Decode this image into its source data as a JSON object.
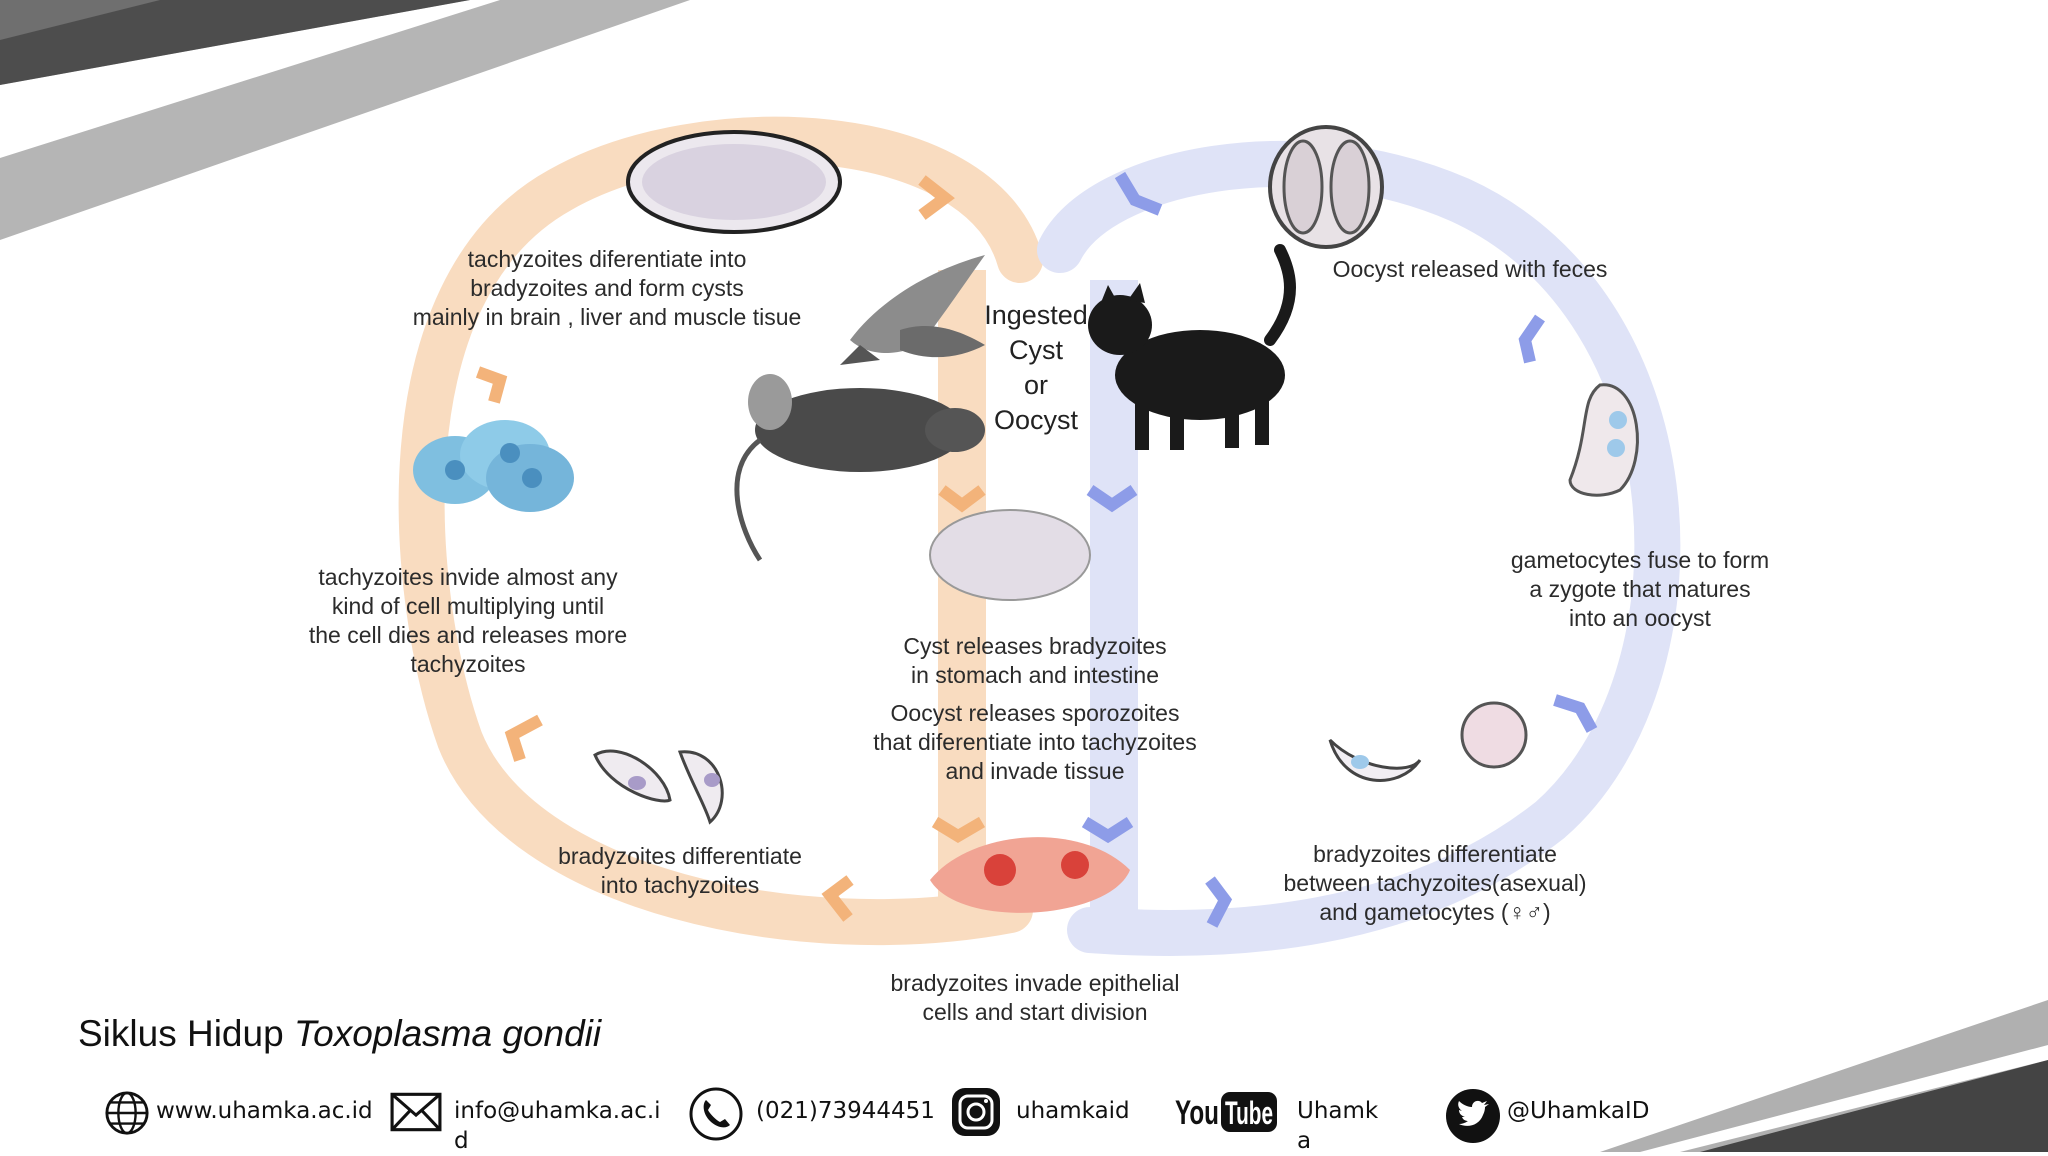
{
  "diagram": {
    "steps": {
      "cysts_form": [
        "tachyzoites diferentiate into",
        "bradyzoites and form cysts",
        "mainly in brain , liver and muscle tisue"
      ],
      "invade_cells": [
        "tachyzoites invide almost any",
        "kind of cell multiplying until",
        "the cell dies and releases more",
        "tachyzoites"
      ],
      "brady_to_tachy": [
        "bradyzoites differentiate",
        "into tachyzoites"
      ],
      "ingested": [
        "Ingested",
        "Cyst",
        "or",
        "Oocyst"
      ],
      "cyst_releases": [
        "Cyst releases bradyzoites",
        "in stomach and intestine"
      ],
      "oocyst_releases": [
        "Oocyst releases sporozoites",
        "that diferentiate into tachyzoites",
        "and invade tissue"
      ],
      "invade_epithelial": [
        "bradyzoites invade epithelial",
        "cells and start division"
      ],
      "oocyst_feces": [
        "Oocyst released with feces"
      ],
      "gametocytes_fuse": [
        "gametocytes fuse to form",
        "a zygote that matures",
        "into an oocyst"
      ],
      "differentiate_gametocytes": [
        "bradyzoites differentiate",
        "between tachyzoites(asexual)",
        "and gametocytes (♀♂)"
      ]
    },
    "colors": {
      "asexual_loop": "#f7cfa8",
      "sexual_loop": "#d4d9f5",
      "asexual_arrow": "#f3b37a",
      "sexual_arrow": "#8d9ce8"
    }
  },
  "slide": {
    "title_prefix": "Siklus Hidup ",
    "title_italic": "Toxoplasma gondii"
  },
  "footer": {
    "website": {
      "icon": "globe-icon",
      "text": "www.uhamka.ac.id"
    },
    "email": {
      "icon": "envelope-icon",
      "text": [
        "info@uhamka.ac.i",
        "d"
      ]
    },
    "phone": {
      "icon": "phone-icon",
      "text": "(021)73944451"
    },
    "instagram": {
      "icon": "instagram-icon",
      "text": "uhamkaid"
    },
    "youtube": {
      "icon": "youtube-icon",
      "logo": "YouTube",
      "text": [
        "Uhamk",
        "a"
      ]
    },
    "twitter": {
      "icon": "twitter-icon",
      "text": "@UhamkaID"
    }
  }
}
